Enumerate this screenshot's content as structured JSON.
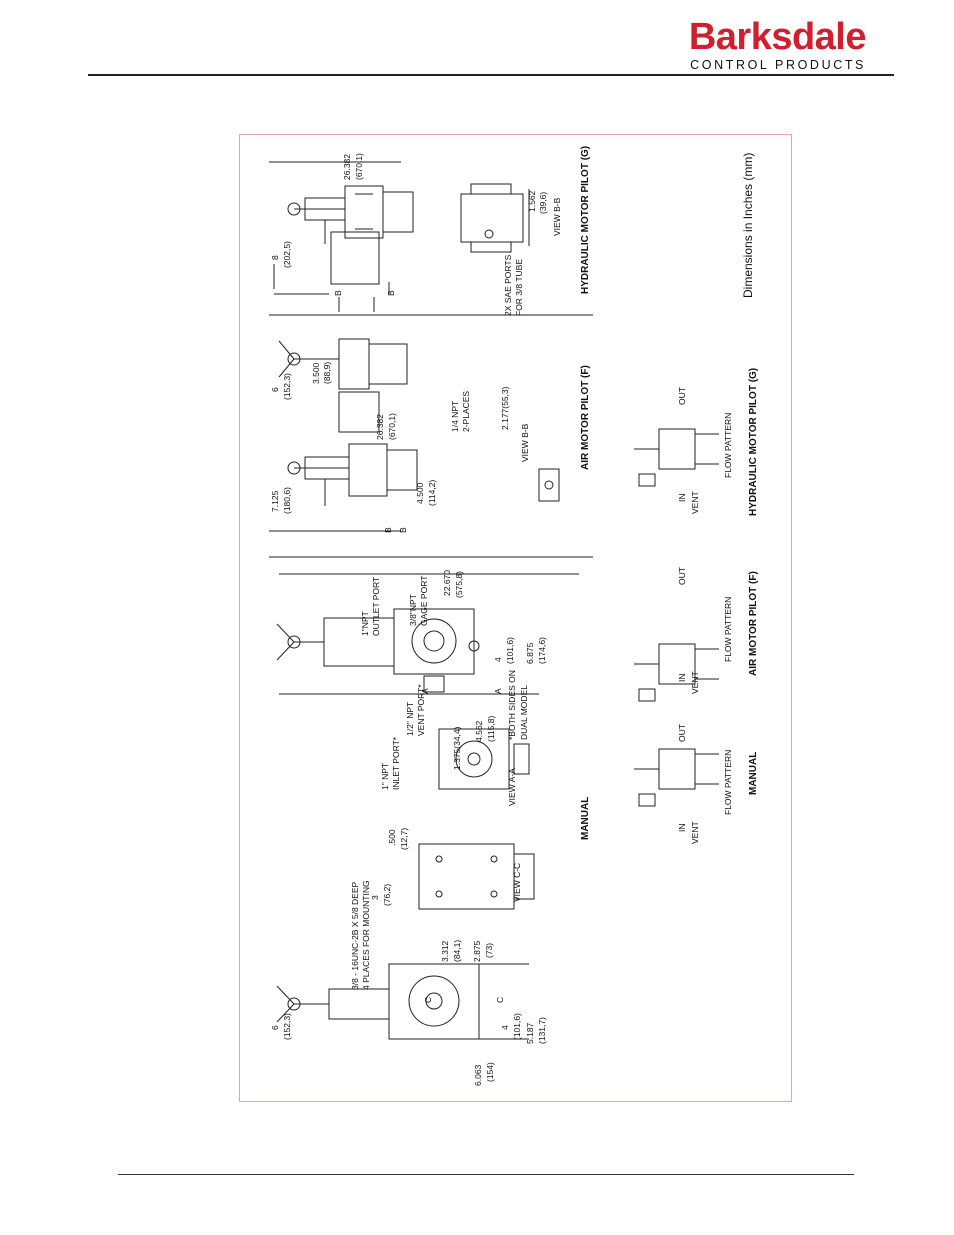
{
  "header": {
    "brand": "Barksdale",
    "brand_sub": "CONTROL PRODUCTS",
    "brand_color": "#d0202f"
  },
  "drawing": {
    "note": "Dimensions in Inches (mm)",
    "sections": {
      "manual": "MANUAL",
      "air": "AIR MOTOR PILOT (F)",
      "hydraulic": "HYDRAULIC MOTOR PILOT (G)"
    },
    "manual": {
      "dim_6": "6",
      "dim_6_mm": "(152,3)",
      "dim_6063": "6.063",
      "dim_6063_mm": "(154)",
      "dim_4": "4",
      "dim_4_mm": "(101,6)",
      "dim_5187": "5.187",
      "dim_5187_mm": "(131,7)",
      "mounting": "3/8 - 16UNC-2B X 5/8 DEEP",
      "mounting2": "4 PLACES FOR MOUNTING",
      "dim_3312": "3.312",
      "dim_3312_mm": "(84,1)",
      "dim_2875": "2.875",
      "dim_2875_mm": "(73)",
      "dim_3": "3",
      "dim_3_mm": "(76,2)",
      "dim_500": ".500",
      "dim_500_mm": "(12,7)",
      "view_cc": "VIEW C-C",
      "inlet": "1\" NPT",
      "inlet2": "INLET PORT*",
      "vent": "1/2\" NPT",
      "vent2": "VENT PORT*",
      "dim_1375": "1.375(34,4)",
      "dim_4562": "4.562",
      "dim_4562_mm": "(115,8)",
      "view_aa": "VIEW A-A",
      "both_sides": "*BOTH SIDES ON",
      "dual": "DUAL MODEL",
      "outlet": "1\"NPT",
      "outlet2": "OUTLET PORT",
      "gage": "3/8\"NPT",
      "gage2": "GAGE PORT",
      "dim_22670": "22.670",
      "dim_22670_mm": "(575,8)",
      "dim_6875": "6.875",
      "dim_6875_mm": "(174,6)",
      "dim_4b": "4",
      "dim_4b_mm": "(101,6)",
      "sec_a": "A",
      "sec_c": "C"
    },
    "air": {
      "dim_7125": "7.125",
      "dim_7125_mm": "(180,6)",
      "dim_4500": "4.500",
      "dim_4500_mm": "(114,2)",
      "dim_26382": "26.382",
      "dim_26382_mm": "(670,1)",
      "npt": "1/4 NPT",
      "places": "2-PLACES",
      "dim_2177": "2.177(55,3)",
      "view_bb": "VIEW B-B",
      "dim_6": "6",
      "dim_6_mm": "(152,3)",
      "dim_3500": "3.500",
      "dim_3500_mm": "(88,9)",
      "sec_b": "B"
    },
    "hydraulic": {
      "dim_8": "8",
      "dim_8_mm": "(202,5)",
      "dim_26382": "26.382",
      "dim_26382_mm": "(670,1)",
      "sae": "2X SAE PORTS",
      "tube": "FOR 3/8 TUBE",
      "dim_1562": "1.562",
      "dim_1562_mm": "(39,6)",
      "view_bb": "VIEW B-B",
      "sec_b": "B"
    },
    "flow": {
      "in": "IN",
      "vent": "VENT",
      "out": "OUT",
      "pattern": "FLOW PATTERN"
    }
  }
}
